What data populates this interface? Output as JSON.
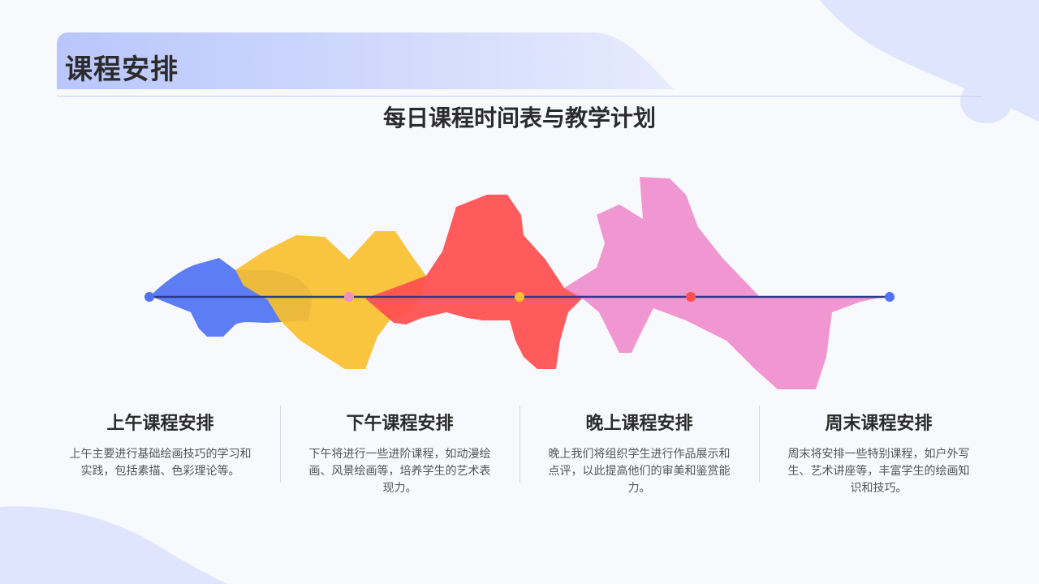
{
  "header": {
    "title": "课程安排",
    "subtitle": "每日课程时间表与教学计划"
  },
  "sections": [
    {
      "title": "上午课程安排",
      "description": "上午主要进行基础绘画技巧的学习和实践，包括素描、色彩理论等。",
      "color": "#4e72f2"
    },
    {
      "title": "下午课程安排",
      "description": "下午将进行一些进阶课程，如动漫绘画、风景绘画等，培养学生的艺术表现力。",
      "color": "#f9bf2e"
    },
    {
      "title": "晚上课程安排",
      "description": "晚上我们将组织学生进行作品展示和点评，以此提高他们的审美和鉴赏能力。",
      "color": "#ff4d4f"
    },
    {
      "title": "周末课程安排",
      "description": "周末将安排一些特别课程，如户外写生、艺术讲座等，丰富学生的绘画知识和技巧。",
      "color": "#ef8ecd"
    }
  ],
  "timeline": {
    "line_color": "#2b3a8c",
    "node_colors": [
      "#4e72f2",
      "#ef8ecd",
      "#f9bf2e",
      "#ff4d4f",
      "#4e72f2"
    ]
  },
  "theme": {
    "banner_color": "#c3cdfb",
    "decor_color": "#dfe5fc"
  }
}
